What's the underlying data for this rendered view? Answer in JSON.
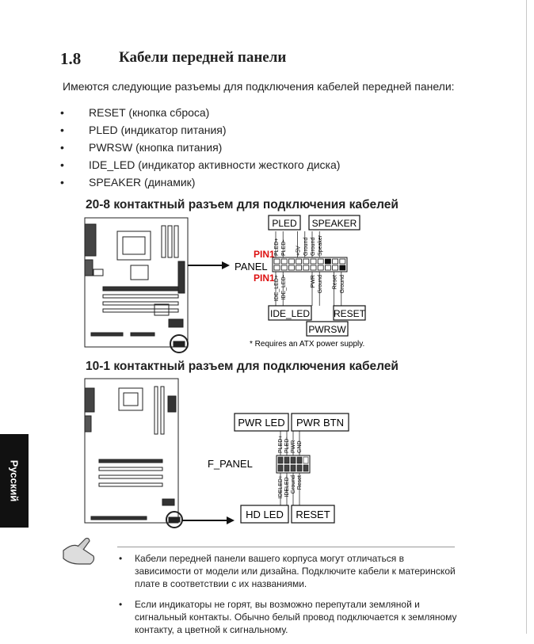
{
  "section": {
    "number": "1.8",
    "title": "Кабели передней панели",
    "intro": "Имеются следующие разъемы для подключения кабелей передней панели:",
    "items": [
      "RESET (кнопка сброса)",
      "PLED (индикатор питания)",
      "PWRSW (кнопка питания)",
      "IDE_LED (индикатор активности жесткого диска)",
      "SPEAKER (динамик)"
    ]
  },
  "diagram1": {
    "heading": "20-8 контактный разъем для подключения кабелей",
    "boxes": {
      "pled": "PLED",
      "speaker": "SPEAKER",
      "ide_led": "IDE_LED",
      "reset": "RESET",
      "pwrsw": "PWRSW"
    },
    "pin_top": "PIN1",
    "pin_bottom": "PIN1",
    "panel_label": "PANEL",
    "top_pins": [
      "PLED+",
      "PLED-",
      "+5V",
      "Ground",
      "Ground",
      "Speaker"
    ],
    "bottom_pins": [
      "IDE_LED+",
      "IDE_LED-",
      "PWR",
      "Ground",
      "Reset",
      "Ground"
    ],
    "footnote": "* Requires an ATX power supply."
  },
  "diagram2": {
    "heading": "10-1 контактный разъем для подключения кабелей",
    "boxes": {
      "pwr_led": "PWR LED",
      "pwr_btn": "PWR BTN",
      "hd_led": "HD LED",
      "reset": "RESET"
    },
    "panel_label": "F_PANEL",
    "top_pins": [
      "PLED+",
      "PLED-",
      "PWR",
      "GND"
    ],
    "bottom_pins": [
      "IDELED+",
      "IDELED-",
      "Ground",
      "Reset"
    ]
  },
  "side_tab": "Русский",
  "notes": [
    "Кабели передней панели вашего корпуса могут отличаться в зависимости от модели или дизайна. Подключите кабели к материнской плате в соответствии с их названиями.",
    "Если индикаторы не горят, вы возможно перепутали земляной и сигнальный контакты. Обычно белый провод подключается к земляному контакту, а цветной к сигнальному."
  ]
}
